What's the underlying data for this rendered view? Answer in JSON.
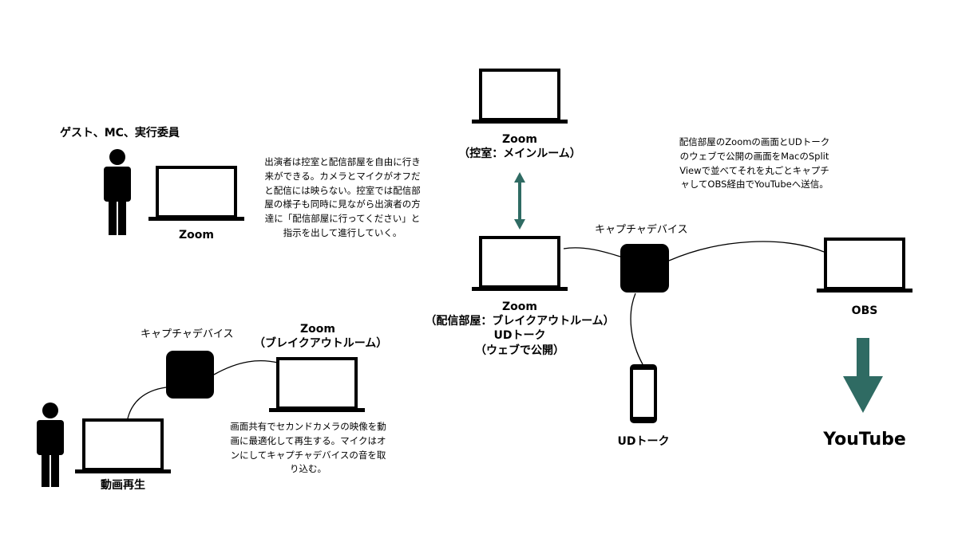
{
  "colors": {
    "line": "#000000",
    "arrow": "#2f6b63",
    "background": "#ffffff"
  },
  "top_left": {
    "title": "ゲスト、MC、実行委員",
    "zoom_label": "Zoom",
    "note_lines": [
      "出演者は控室と配信部屋を自由に行き",
      "来ができる。カメラとマイクがオフだ",
      "と配信には映らない。控室では配信部",
      "屋の様子も同時に見ながら出演者の方",
      "達に「配信部屋に行ってください」と",
      "指示を出して進行していく。"
    ]
  },
  "bottom_left": {
    "capture_label": "キャプチャデバイス",
    "zoom_line1": "Zoom",
    "zoom_line2": "（ブレイクアウトルーム）",
    "playback_label": "動画再生",
    "note_lines": [
      "画面共有でセカンドカメラの映像を動",
      "画に最適化して再生する。マイクはオ",
      "ンにしてキャプチャデバイスの音を取",
      "り込む。"
    ]
  },
  "right": {
    "green_room_line1": "Zoom",
    "green_room_line2": "（控室：メインルーム）",
    "capture_label": "キャプチャデバイス",
    "stream_line1": "Zoom",
    "stream_line2": "（配信部屋：ブレイクアウトルーム）",
    "stream_line3": "UDトーク",
    "stream_line4": "（ウェブで公開）",
    "obs_label": "OBS",
    "udtalk_label": "UDトーク",
    "youtube_label": "YouTube",
    "note_lines": [
      "配信部屋のZoomの画面とUDトーク",
      "のウェブで公開の画面をMacのSplit",
      "Viewで並べてそれを丸ごとキャプチ",
      "ャしてOBS経由でYouTubeへ送信。"
    ]
  }
}
